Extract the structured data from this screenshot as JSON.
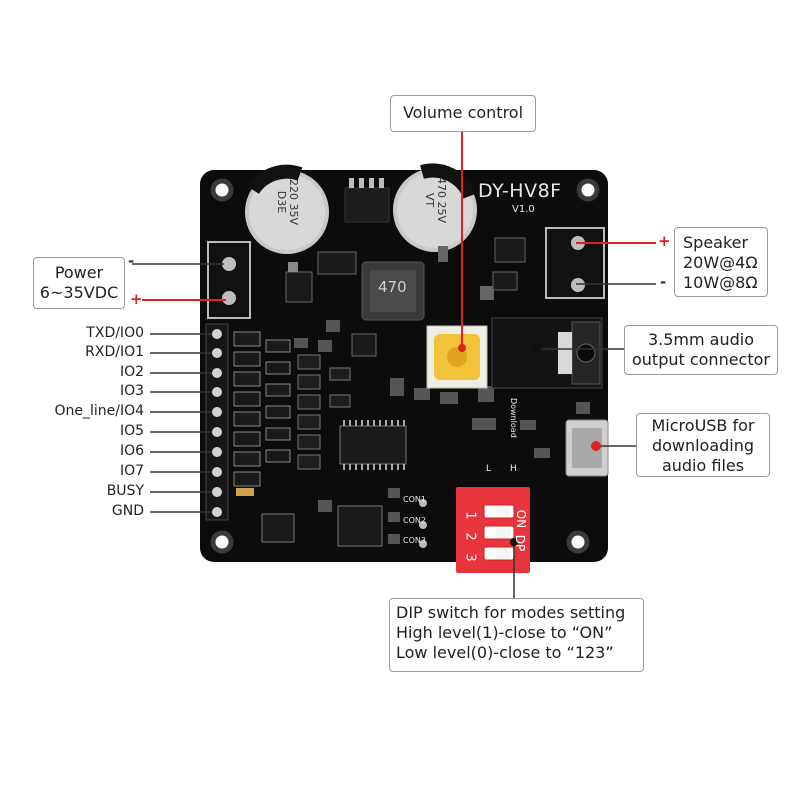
{
  "board": {
    "name": "DY-HV8F",
    "version": "V1.0",
    "cap1": [
      "220",
      "35V",
      "D3E"
    ],
    "cap2": [
      "470",
      "25V",
      "VT"
    ],
    "inductor": "470",
    "silk_download": "Download",
    "silk_L": "L",
    "silk_H": "H",
    "connectors": [
      "CON1",
      "CON2",
      "CON3"
    ],
    "dip_on": "ON",
    "dip_dp": "DP",
    "dip_numbers": [
      "1",
      "2",
      "3"
    ]
  },
  "callouts": {
    "volume": "Volume control",
    "power": [
      "Power",
      "6~35VDC"
    ],
    "speaker": [
      "Speaker",
      "20W@4Ω",
      "10W@8Ω"
    ],
    "audio": [
      "3.5mm audio",
      "output connector"
    ],
    "usb": [
      "MicroUSB for",
      "downloading",
      "audio files"
    ],
    "dip": [
      "DIP switch for modes setting",
      "High level(1)-close to “ON”",
      "Low level(0)-close to “123”"
    ]
  },
  "signs": {
    "minus": "-",
    "plus": "+"
  },
  "pins": [
    "TXD/IO0",
    "RXD/IO1",
    "IO2",
    "IO3",
    "One_line/IO4",
    "IO5",
    "IO6",
    "IO7",
    "BUSY",
    "GND"
  ],
  "colors": {
    "pcb": "#0c0c0c",
    "callout_line_red": "#e02020",
    "callout_line_dark": "#333333",
    "dip_switch": "#e8343c",
    "potentiometer": "#f2c23a"
  }
}
